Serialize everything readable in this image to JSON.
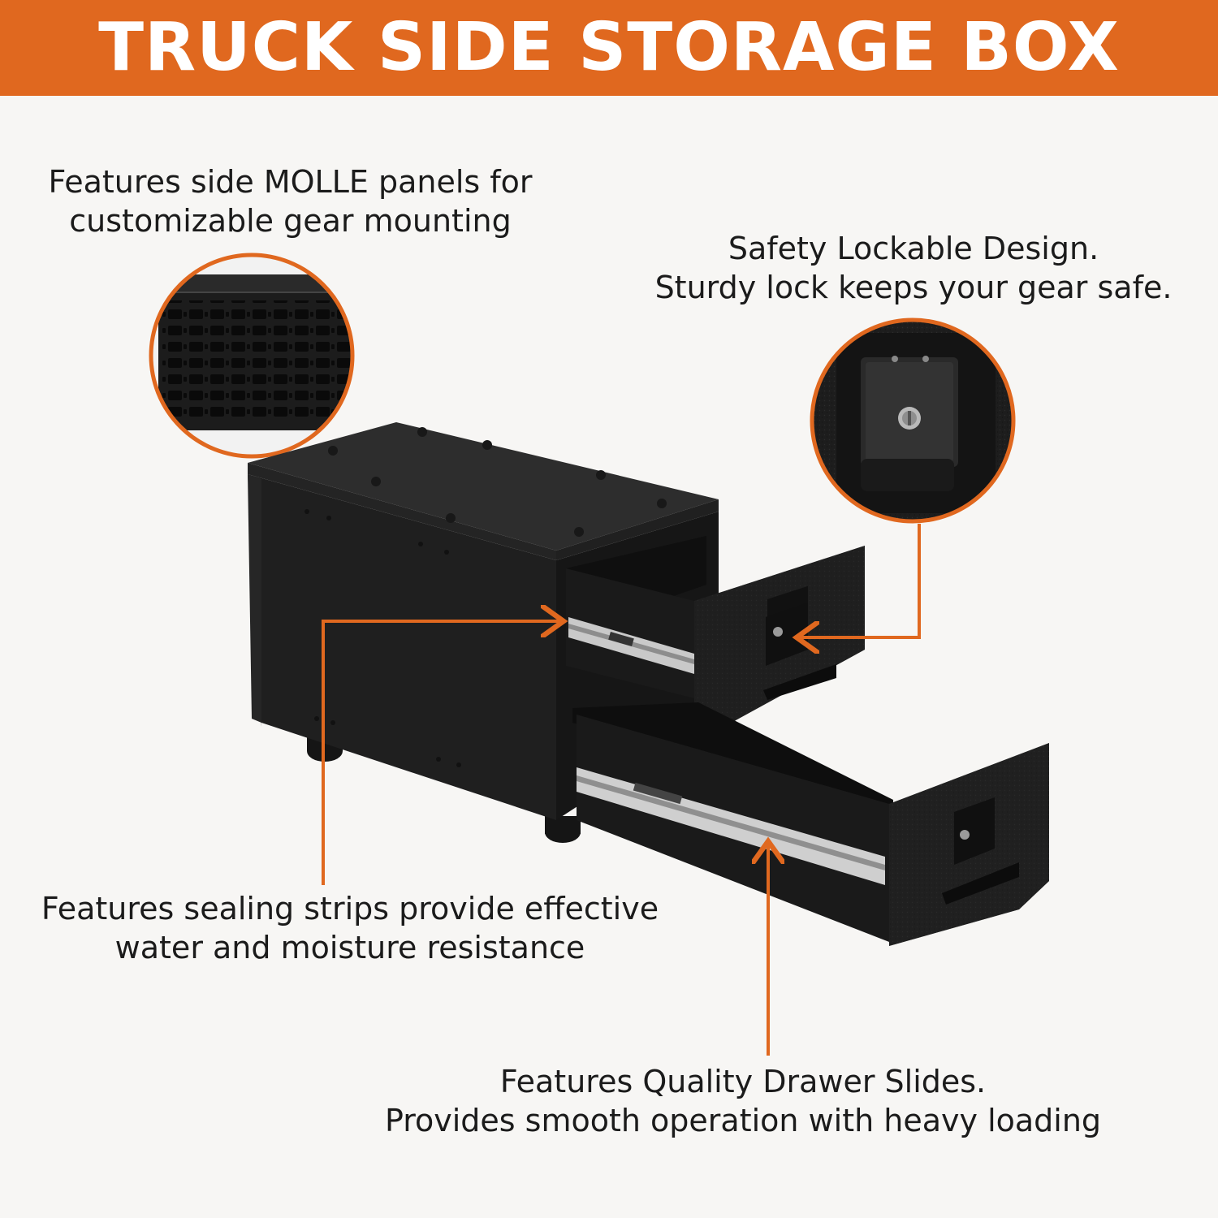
{
  "header": {
    "title": "TRUCK SIDE STORAGE BOX"
  },
  "callouts": {
    "molle": {
      "line1": "Features side MOLLE panels for",
      "line2": "customizable gear mounting"
    },
    "lock": {
      "line1": "Safety Lockable Design.",
      "line2": "Sturdy lock keeps your gear safe."
    },
    "sealing": {
      "line1": "Features sealing strips provide effective",
      "line2": "water and moisture resistance"
    },
    "slides": {
      "line1": "Features Quality Drawer Slides.",
      "line2": "Provides smooth operation with heavy loading"
    }
  },
  "colors": {
    "accent": "#e0681f",
    "product": "#1c1c1c",
    "background": "#f7f6f4"
  },
  "icons": [
    "molle-panel-zoom",
    "lock-zoom",
    "storage-box-product",
    "callout-arrow"
  ]
}
